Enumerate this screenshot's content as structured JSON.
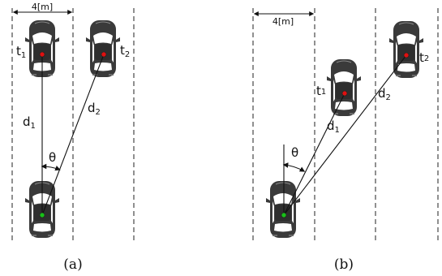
{
  "width_label": "4[m]",
  "symbols": {
    "t1": "t",
    "t1_sub": "1",
    "t2": "t",
    "t2_sub": "2",
    "d1": "d",
    "d1_sub": "1",
    "d2": "d",
    "d2_sub": "2",
    "theta": "θ"
  },
  "panels": [
    {
      "id": "a",
      "caption": "(a)"
    },
    {
      "id": "b",
      "caption": "(b)"
    }
  ],
  "colors": {
    "car_body": "#3a3a3a",
    "car_glass": "#ffffff",
    "target_dot": "#e01010",
    "ego_dot": "#18c018",
    "line": "#111111"
  }
}
